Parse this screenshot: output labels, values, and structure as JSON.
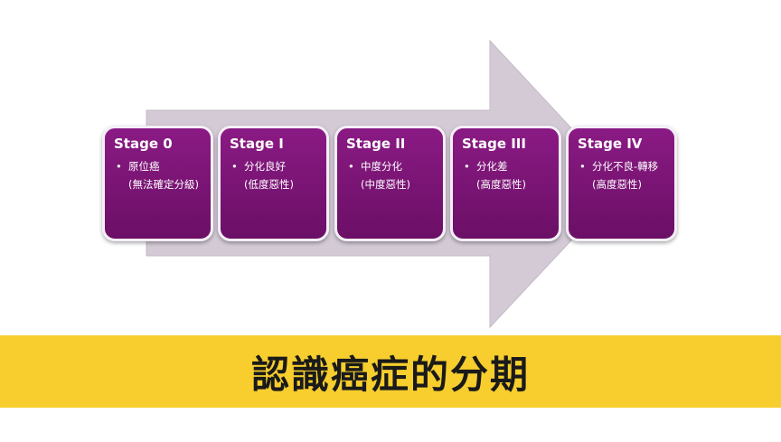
{
  "stages": [
    {
      "title": "Stage 0",
      "line1": "原位癌",
      "line2": "(無法確定分級)"
    },
    {
      "title": "Stage I",
      "line1": "分化良好",
      "line2": "(低度惡性)"
    },
    {
      "title": "Stage II",
      "line1": "中度分化",
      "line2": "(中度惡性)"
    },
    {
      "title": "Stage III",
      "line1": "分化差",
      "line2": "(高度惡性)"
    },
    {
      "title": "Stage IV",
      "line1": "分化不良-轉移",
      "line2": "(高度惡性)"
    }
  ],
  "banner": {
    "title": "認識癌症的分期"
  },
  "colors": {
    "box": "#7a1676",
    "arrow": "#d3cad6",
    "banner": "#f7ce2d"
  }
}
